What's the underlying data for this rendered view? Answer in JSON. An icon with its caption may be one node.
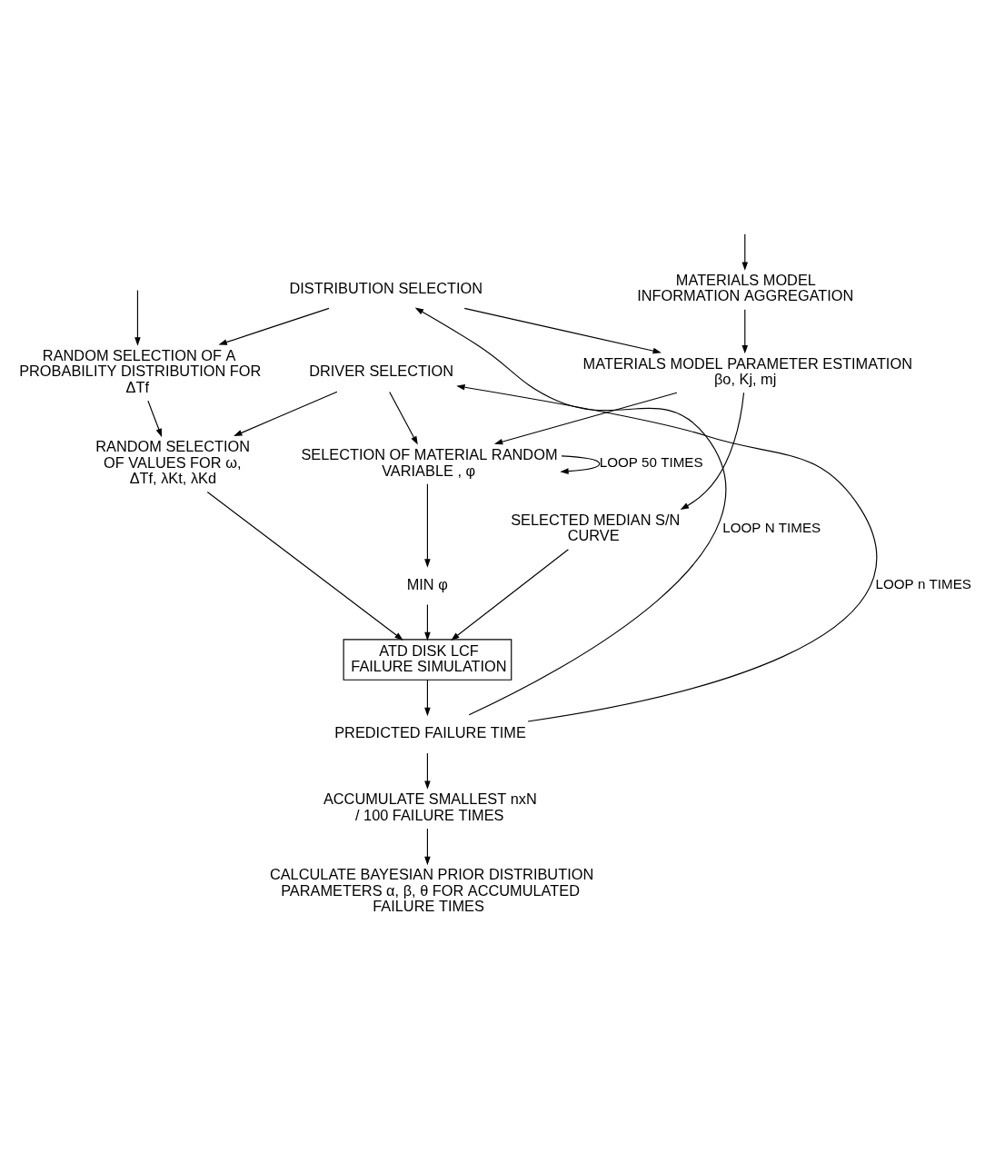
{
  "diagram": {
    "nodes": [
      {
        "text": [
          "MATERIALS MODEL INFORMATION AGGREGATION"
        ]
      },
      {
        "text": [
          "RANDOM SELECTION OF A PROBABILITY DISTRIBUTION FOR ΔTf"
        ]
      },
      {
        "text": [
          "DISTRIBUTION SELECTION"
        ]
      },
      {
        "text": [
          "MATERIALS MODEL PARAMETER ESTIMATION",
          "βo, Kj, mj"
        ]
      },
      {
        "text": [
          "SELECTED MEDIAN S/N CURVE"
        ]
      },
      {
        "text": [
          "DRIVER SELECTION"
        ]
      },
      {
        "text": [
          "RANDOM SELECTION OF VALUES FOR ω, ΔTf, λKt, λKd"
        ]
      },
      {
        "text": [
          "SELECTION OF MATERIAL RANDOM VARIABLE , φ"
        ]
      },
      {
        "text": [
          "MIN φ"
        ]
      },
      {
        "text": [
          "ATD DISK LCF FAILURE SIMULATION"
        ]
      },
      {
        "text": [
          "PREDICTED FAILURE TIME"
        ]
      },
      {
        "text": [
          "ACCUMULATE SMALLEST nxN / 100 FAILURE TIMES"
        ]
      },
      {
        "text": [
          "CALCULATE BAYESIAN PRIOR DISTRIBUTION PARAMETERS α, β, θ FOR ACCUMULATED FAILURE TIMES"
        ]
      }
    ],
    "edges": [
      {
        "from": null,
        "to": 1,
        "arrow": "to"
      },
      {
        "from": null,
        "to": 0,
        "arrow": "to"
      },
      {
        "from": 2,
        "to": 1,
        "arrow": "to"
      },
      {
        "from": 2,
        "to": 3,
        "arrow": "to"
      },
      {
        "from": 0,
        "to": 3,
        "arrow": "to"
      },
      {
        "from": 3,
        "to": 4,
        "arrow": "to"
      },
      {
        "from": 3,
        "to": 7,
        "arrow": "to"
      },
      {
        "from": 1,
        "to": 6,
        "arrow": "to"
      },
      {
        "from": 5,
        "to": 6,
        "arrow": "to"
      },
      {
        "from": 5,
        "to": 7,
        "arrow": "to"
      },
      {
        "from": 7,
        "to": 7,
        "arrow": "to",
        "label": "LOOP 50 TIMES"
      },
      {
        "from": 7,
        "to": 8,
        "arrow": "to"
      },
      {
        "from": 6,
        "to": 9,
        "arrow": "to"
      },
      {
        "from": 8,
        "to": 9,
        "arrow": "to"
      },
      {
        "from": 4,
        "to": 9,
        "arrow": "to"
      },
      {
        "from": 9,
        "to": 10,
        "arrow": "to"
      },
      {
        "from": 10,
        "to": 5,
        "arrow": "to",
        "label": "LOOP n TIMES"
      },
      {
        "from": 10,
        "to": 2,
        "arrow": "to",
        "label": "LOOP N TIMES"
      },
      {
        "from": 10,
        "to": 11,
        "arrow": "to"
      },
      {
        "from": 11,
        "to": 12,
        "arrow": "to"
      }
    ]
  }
}
